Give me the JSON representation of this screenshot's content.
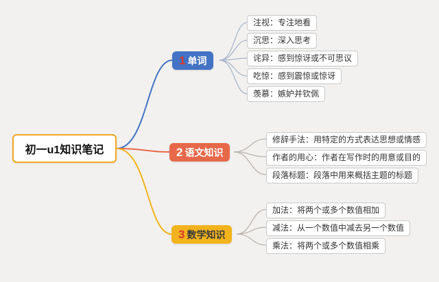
{
  "canvas": {
    "background_color": "#f2f1ef"
  },
  "root": {
    "title": "初一u1知识笔记",
    "border_color": "#f5a623",
    "background_color": "#ffffff"
  },
  "branches": [
    {
      "number": "1",
      "label": "单词",
      "color": "#4472c4",
      "number_color": "#d93a2b",
      "text_color": "#ffffff",
      "leaves": [
        "注视：专注地看",
        "沉思：深入思考",
        "诧异：感到惊讶或不可思议",
        "吃惊：感到震惊或惊讶",
        "羡慕：嫉妒并钦佩"
      ]
    },
    {
      "number": "2",
      "label": "语文知识",
      "color": "#e8684a",
      "number_color": "#ffffff",
      "text_color": "#ffffff",
      "leaves": [
        "修辞手法：用特定的方式表达思想或情感",
        "作者的用心：作者在写作时的用意或目的",
        "段落标题：段落中用来概括主题的标题"
      ]
    },
    {
      "number": "3",
      "label": "数学知识",
      "color": "#f2b31c",
      "number_color": "#d93a2b",
      "text_color": "#3a3a3a",
      "leaves": [
        "加法：将两个或多个数值相加",
        "减法：从一个数值中减去另一个数值",
        "乘法：将两个或多个数值相乘"
      ]
    }
  ]
}
